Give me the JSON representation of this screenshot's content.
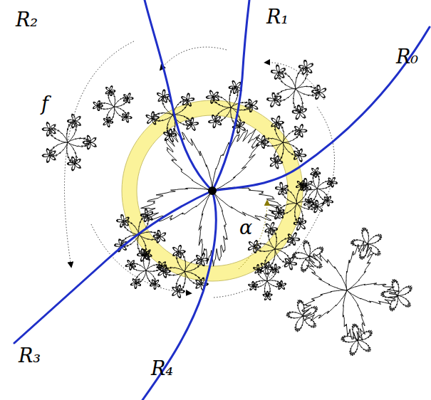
{
  "diagram": {
    "labels": [
      "R₂",
      "R₁",
      "R₀",
      "f",
      "α",
      "R₃",
      "R₄"
    ]
  }
}
